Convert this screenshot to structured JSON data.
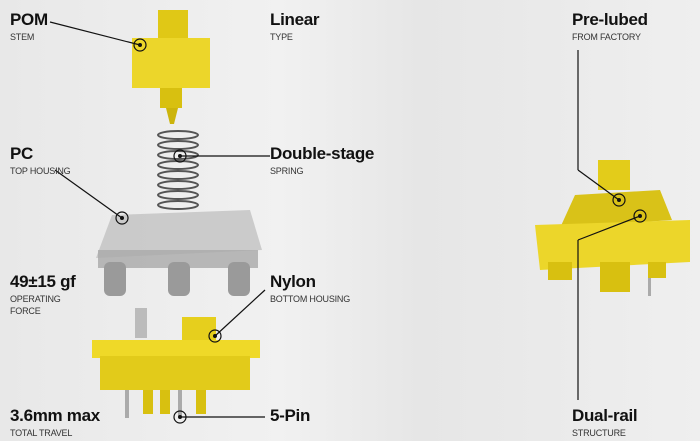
{
  "labels": [
    {
      "title": "POM",
      "sub": "STEM"
    },
    {
      "title": "Linear",
      "sub": "TYPE"
    },
    {
      "title": "PC",
      "sub": "TOP HOUSING"
    },
    {
      "title": "Double-stage",
      "sub": "SPRING"
    },
    {
      "title": "49±15 gf",
      "sub": "OPERATING FORCE"
    },
    {
      "title": "Nylon",
      "sub": "BOTTOM HOUSING"
    },
    {
      "title": "3.6mm max",
      "sub": "TOTAL TRAVEL"
    },
    {
      "title": "5-Pin",
      "sub": ""
    },
    {
      "title": "Pre-lubed",
      "sub": "FROM FACTORY"
    },
    {
      "title": "Dual-rail",
      "sub": "STRUCTURE"
    }
  ],
  "colors": {
    "yellow": "#e8d21c",
    "clear": "#b8b8b8",
    "bg": "#ececec"
  }
}
